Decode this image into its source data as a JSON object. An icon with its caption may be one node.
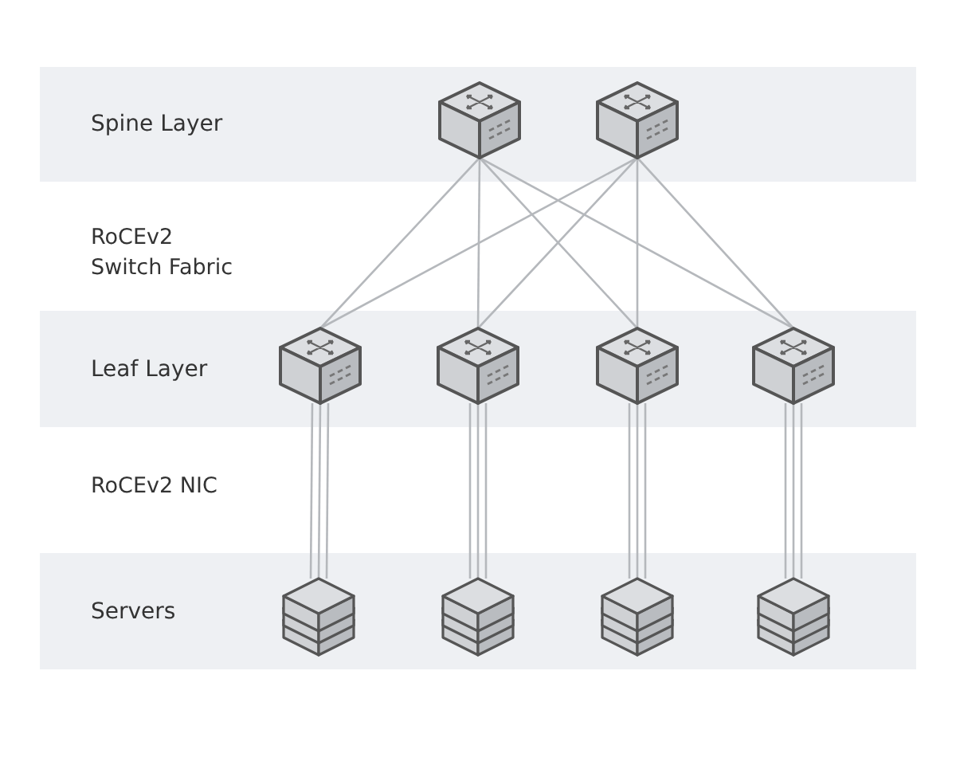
{
  "diagram": {
    "nodes": [
      {
        "text": [
          "Spine Layer"
        ]
      },
      {
        "text": [],
        "shape": "picture",
        "in": 0
      },
      {
        "text": [],
        "shape": "picture",
        "in": 0
      },
      {
        "text": [
          "Leaf Layer"
        ]
      },
      {
        "text": [],
        "shape": "picture",
        "in": 3
      },
      {
        "text": [],
        "shape": "picture",
        "in": 3
      },
      {
        "text": [],
        "shape": "picture",
        "in": 3
      },
      {
        "text": [],
        "shape": "picture",
        "in": 3
      },
      {
        "text": [
          "Servers"
        ]
      },
      {
        "text": [],
        "shape": "picture",
        "in": 8
      },
      {
        "text": [],
        "shape": "picture",
        "in": 8
      },
      {
        "text": [],
        "shape": "picture",
        "in": 8
      },
      {
        "text": [],
        "shape": "picture",
        "in": 8
      }
    ],
    "edges": [
      {
        "from": 1,
        "to": 4,
        "arrow": "none"
      },
      {
        "from": 1,
        "to": 5,
        "arrow": "none"
      },
      {
        "from": 1,
        "to": 6,
        "arrow": "none"
      },
      {
        "from": 1,
        "to": 7,
        "arrow": "none"
      },
      {
        "from": 2,
        "to": 4,
        "arrow": "none"
      },
      {
        "from": 2,
        "to": 5,
        "arrow": "none"
      },
      {
        "from": 2,
        "to": 6,
        "arrow": "none"
      },
      {
        "from": 2,
        "to": 7,
        "arrow": "none"
      },
      {
        "from": 4,
        "to": 9,
        "arrow": "none"
      },
      {
        "from": 4,
        "to": 9,
        "arrow": "none"
      },
      {
        "from": 4,
        "to": 9,
        "arrow": "none"
      },
      {
        "from": 5,
        "to": 10,
        "arrow": "none"
      },
      {
        "from": 5,
        "to": 10,
        "arrow": "none"
      },
      {
        "from": 5,
        "to": 10,
        "arrow": "none"
      },
      {
        "from": 6,
        "to": 11,
        "arrow": "none"
      },
      {
        "from": 6,
        "to": 11,
        "arrow": "none"
      },
      {
        "from": 6,
        "to": 11,
        "arrow": "none"
      },
      {
        "from": 7,
        "to": 12,
        "arrow": "none"
      },
      {
        "from": 7,
        "to": 12,
        "arrow": "none"
      },
      {
        "from": 7,
        "to": 12,
        "arrow": "none"
      }
    ],
    "labels": [
      "RoCEv2 Switch Fabric",
      "RoCEv2 NIC"
    ]
  }
}
